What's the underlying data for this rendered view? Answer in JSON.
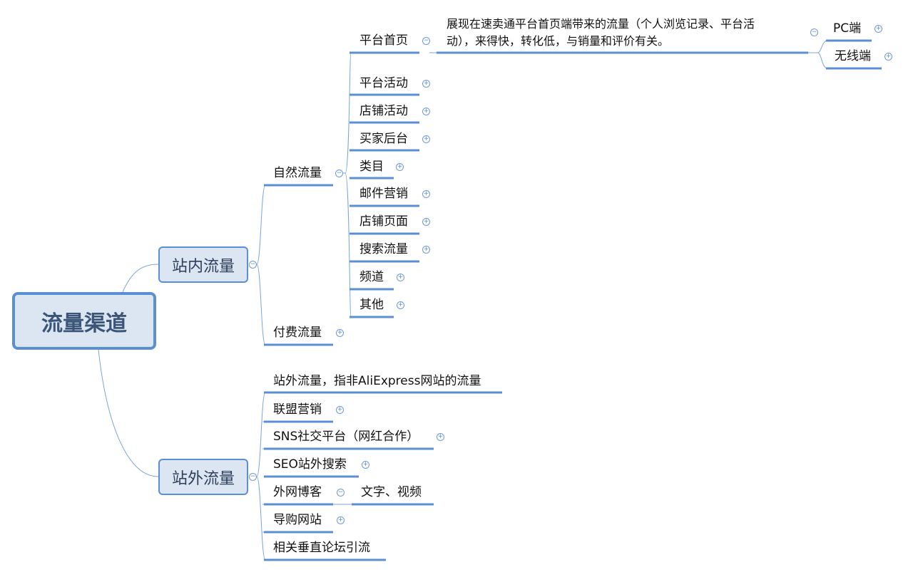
{
  "root": "流量渠道",
  "onsite": {
    "label": "站内流量",
    "natural": {
      "label": "自然流量",
      "children": [
        "平台首页",
        "平台活动",
        "店铺活动",
        "买家后台",
        "类目",
        "邮件营销",
        "店铺页面",
        "搜索流量",
        "频道",
        "其他"
      ],
      "homepage_desc_line1": "展现在速卖通平台首页端带来的流量（个人浏览记录、平台活",
      "homepage_desc_line2": "动），来得快，转化低，与销量和评价有关。",
      "homepage_sub": [
        "PC端",
        "无线端"
      ]
    },
    "paid": "付费流量"
  },
  "offsite": {
    "label": "站外流量",
    "children": [
      "站外流量，指非AliExpress网站的流量",
      "联盟营销",
      "SNS社交平台（网红合作）",
      "SEO站外搜索",
      "外网博客",
      "导购网站",
      "相关垂直论坛引流"
    ],
    "blog_sub": "文字、视频"
  },
  "icons": {
    "expand": "+",
    "collapse": "−"
  },
  "colors": {
    "line": "#5b8fd4",
    "node_fill": "#dce6f2"
  }
}
